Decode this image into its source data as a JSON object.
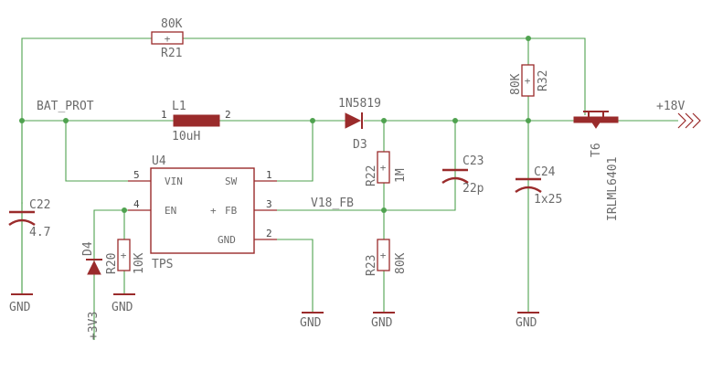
{
  "colors": {
    "wire": "#4fa24f",
    "part": "#9a2b2b",
    "text": "#6b6b6b"
  },
  "nets": {
    "bat_prot": "BAT_PROT",
    "v18_fb": "V18_FB",
    "plus18": "+18V",
    "plus3v3": "+3V3"
  },
  "gnd_label": "GND",
  "components": {
    "r21": {
      "ref": "R21",
      "value": "80K"
    },
    "r32": {
      "ref": "R32",
      "value": "80K"
    },
    "l1": {
      "ref": "L1",
      "value": "10uH",
      "pin1": "1",
      "pin2": "2"
    },
    "d3": {
      "ref": "D3",
      "value": "1N5819"
    },
    "c22": {
      "ref": "C22",
      "value": "4.7"
    },
    "c23": {
      "ref": "C23",
      "value": "22p"
    },
    "c24": {
      "ref": "C24",
      "value": "1x25"
    },
    "r22": {
      "ref": "R22",
      "value": "1M"
    },
    "r23": {
      "ref": "R23",
      "value": "80K"
    },
    "r20": {
      "ref": "R20",
      "value": "10K"
    },
    "d4": {
      "ref": "D4"
    },
    "t6": {
      "ref": "T6",
      "value": "IRLML6401"
    },
    "u4": {
      "ref": "U4",
      "value": "TPS",
      "pins": {
        "vin": {
          "name": "VIN",
          "num": "5"
        },
        "en": {
          "name": "EN",
          "num": "4"
        },
        "sw": {
          "name": "SW",
          "num": "1"
        },
        "fb": {
          "name": "FB",
          "num": "3"
        },
        "gnd": {
          "name": "GND",
          "num": "2"
        }
      },
      "fb_marker": "+"
    }
  },
  "resistor_marker": "+"
}
